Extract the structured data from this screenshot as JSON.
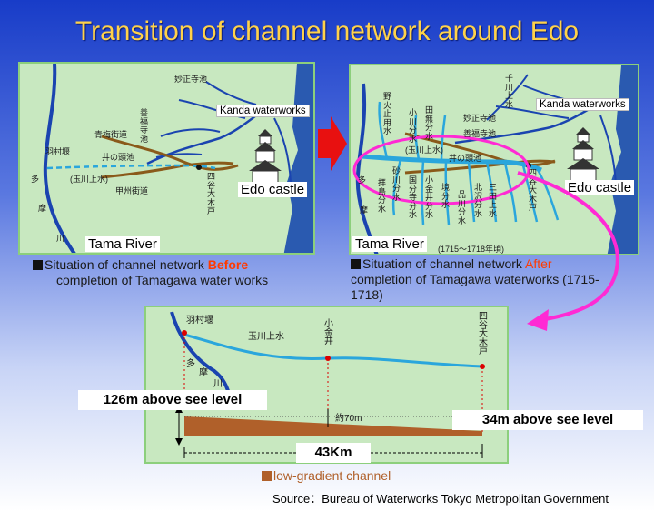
{
  "title": "Transition of channel network around Edo",
  "left_map": {
    "kanda_label": "Kanda waterworks",
    "castle_label": "Edo castle",
    "river_label": "Tama River",
    "jp": {
      "myoshoji": "妙正寺池",
      "zenpukuji": "善福寺池",
      "inokashira": "井の頭池",
      "ome": "青梅街道",
      "koshu": "甲州街道",
      "hamura": "羽村堰",
      "tamagawa": "(玉川上水)",
      "yotsuya": "四谷大木戸",
      "ta": "多",
      "ma": "摩",
      "kawa": "川"
    },
    "caption_pre": "Situation of channel network ",
    "caption_em": "Before",
    "caption_post": "completion of Tamagawa water works"
  },
  "right_map": {
    "kanda_label": "Kanda waterworks",
    "castle_label": "Edo castle",
    "river_label": "Tama River",
    "jp": {
      "senkawa": "千川上水",
      "myoshoji": "妙正寺池",
      "zenpukuji": "善福寺池",
      "inokashira": "井の頭池",
      "tamagawa": "(玉川上水)",
      "yotsuya": "四谷大木戸",
      "nobidome": "野火止用水",
      "ogawa": "小川分水",
      "tanashi": "田無分水",
      "sunagawa": "砂川分水",
      "haijima": "拝島分水",
      "kokubunji": "国分寺分水",
      "koganei": "小金井分水",
      "sakai": "境分水",
      "shinagawa": "品川分水",
      "kitazawa": "北沢分水",
      "mita": "三田上水",
      "date": "(1715～1718年頃)",
      "ta": "多",
      "ma": "摩"
    },
    "caption_pre": "Situation of channel network ",
    "caption_em": "After",
    "caption_post": "completion of Tamagawa waterworks (1715-1718)"
  },
  "profile": {
    "hamura": "羽村堰",
    "tamagawa": "玉川上水",
    "koganei": "小金井",
    "yotsuya": "四谷大木戸",
    "ta": "多",
    "ma": "摩",
    "kawa": "川",
    "depth": "約70m",
    "start_elev": "126m above see level",
    "end_elev": "34m above see level",
    "distance": "43Km"
  },
  "legend_label": "low-gradient channel",
  "source": "Source：Bureau of Waterworks Tokyo Metropolitan Government",
  "colors": {
    "title": "#ffd24a",
    "water": "#2aa6dc",
    "waterworks": "#1a44b0",
    "road": "#8a5a1a",
    "highlight": "#ff2ad4",
    "arrow_red": "#e81010",
    "gradient": "#b0602a"
  }
}
